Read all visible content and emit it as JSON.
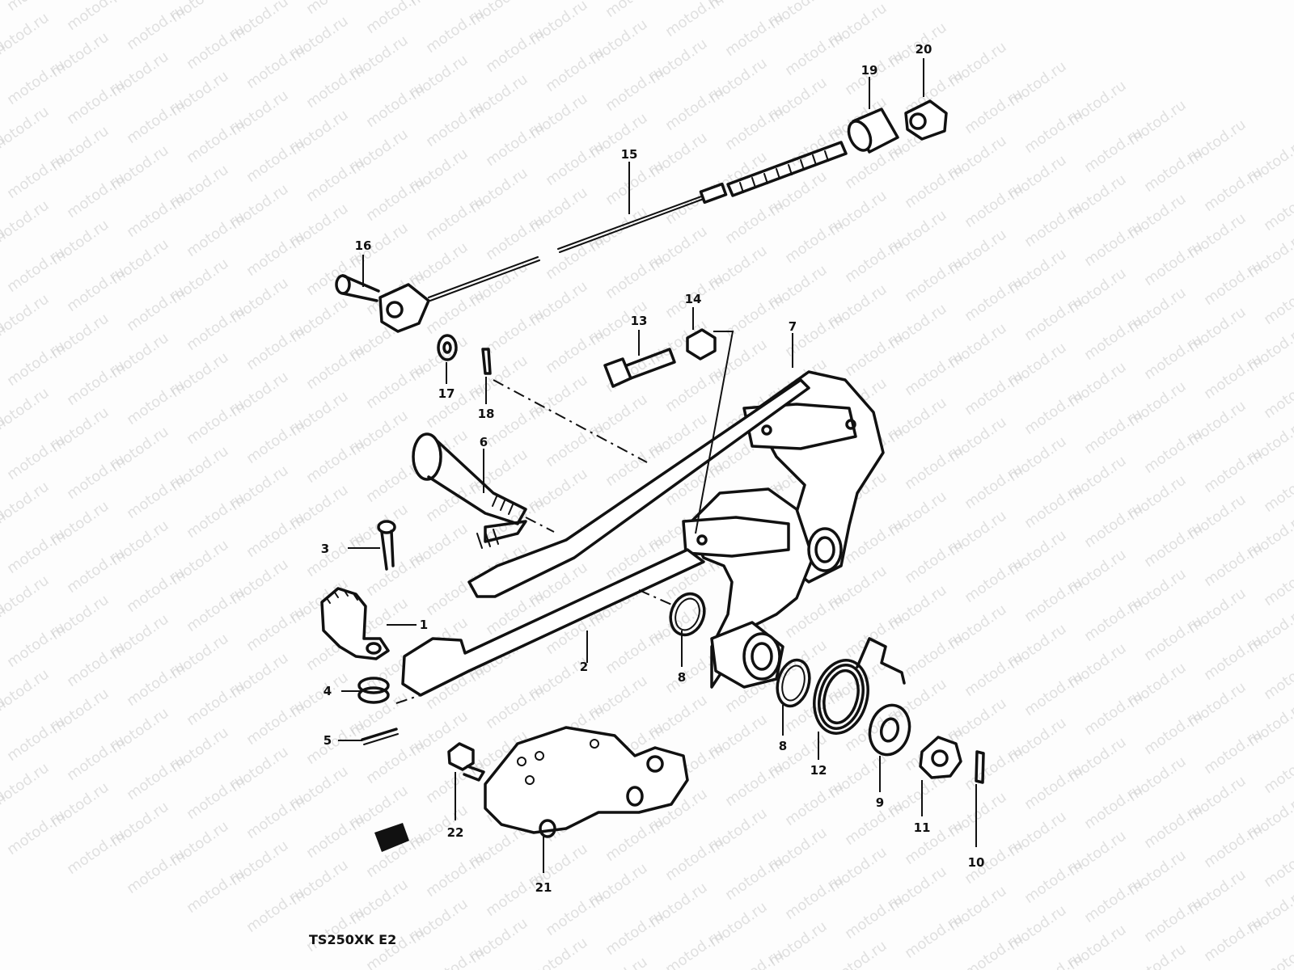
{
  "watermark": {
    "text": "motod.ru"
  },
  "model_code": "TS250XK E2",
  "parts": [
    {
      "ref": "1"
    },
    {
      "ref": "2"
    },
    {
      "ref": "3"
    },
    {
      "ref": "4"
    },
    {
      "ref": "5"
    },
    {
      "ref": "6"
    },
    {
      "ref": "7"
    },
    {
      "ref": "8"
    },
    {
      "ref": "8"
    },
    {
      "ref": "8"
    },
    {
      "ref": "9"
    },
    {
      "ref": "10"
    },
    {
      "ref": "11"
    },
    {
      "ref": "12"
    },
    {
      "ref": "13"
    },
    {
      "ref": "14"
    },
    {
      "ref": "15"
    },
    {
      "ref": "16"
    },
    {
      "ref": "17"
    },
    {
      "ref": "18"
    },
    {
      "ref": "19"
    },
    {
      "ref": "20"
    },
    {
      "ref": "21"
    },
    {
      "ref": "22"
    }
  ]
}
